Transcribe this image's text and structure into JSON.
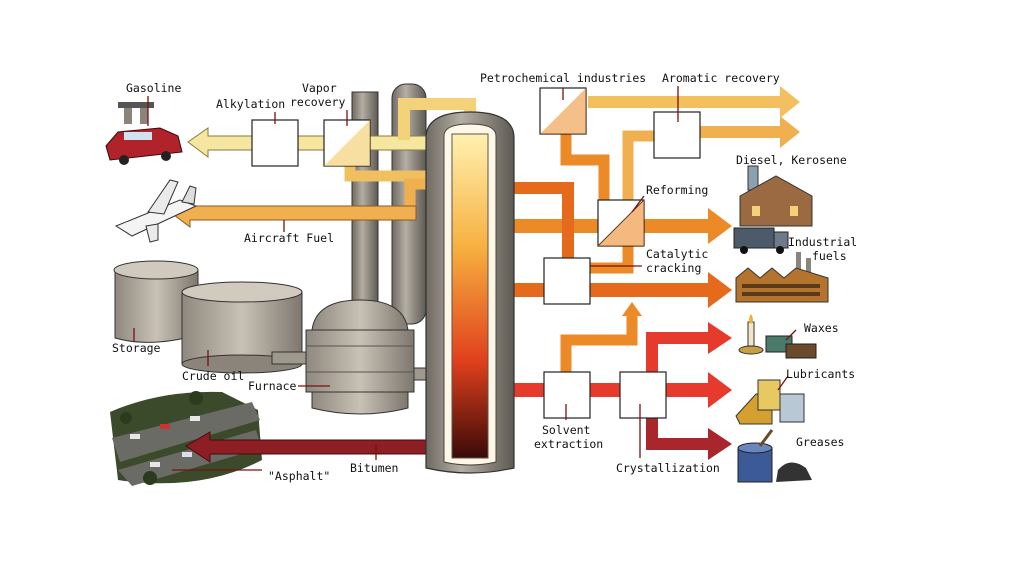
{
  "labels": {
    "gasoline": "Gasoline",
    "alkylation": "Alkylation",
    "vapor_recovery_1": "Vapor",
    "vapor_recovery_2": "recovery",
    "petrochemical": "Petrochemical industries",
    "aromatic": "Aromatic recovery",
    "diesel": "Diesel, Kerosene",
    "reforming": "Reforming",
    "aircraft_fuel": "Aircraft Fuel",
    "catalytic_1": "Catalytic",
    "catalytic_2": "cracking",
    "industrial_1": "Industrial",
    "industrial_2": "fuels",
    "storage": "Storage",
    "crude_oil": "Crude oil",
    "furnace": "Furnace",
    "waxes": "Waxes",
    "lubricants": "Lubricants",
    "solvent_1": "Solvent",
    "solvent_2": "extraction",
    "greases": "Greases",
    "asphalt": "\"Asphalt\"",
    "bitumen": "Bitumen",
    "crystallization": "Crystallization"
  },
  "colors": {
    "pale_yellow": "#f6e7a0",
    "yellow": "#f3d27a",
    "light_orange": "#f0b050",
    "orange": "#ec8a28",
    "deep_orange": "#e56a1c",
    "red": "#e53a2c",
    "dark_red": "#a8262c",
    "steel": "#9a948a"
  },
  "icons": [
    "car-icon",
    "airplane-icon",
    "storage-tank-icon",
    "house-truck-icon",
    "factory-icon",
    "candle-icon",
    "oil-can-icon",
    "grease-bucket-icon",
    "highway-icon"
  ]
}
